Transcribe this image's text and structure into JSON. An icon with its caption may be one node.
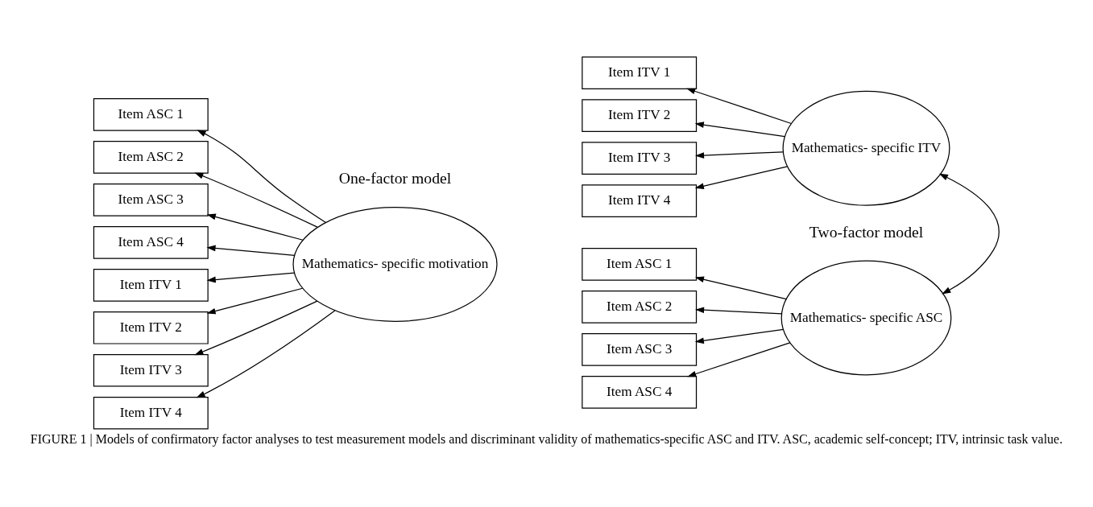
{
  "diagram": {
    "caption": "FIGURE 1 | Models of confirmatory factor analyses to test measurement models and discriminant validity of mathematics-specific ASC and ITV. ASC, academic self-concept; ITV, intrinsic task value.",
    "nodes": [
      {
        "text": [
          "Item ASC 1"
        ]
      },
      {
        "text": [
          "Item ASC 2"
        ]
      },
      {
        "text": [
          "Item ASC 3"
        ]
      },
      {
        "text": [
          "Item ASC 4"
        ]
      },
      {
        "text": [
          "Item ITV 1"
        ]
      },
      {
        "text": [
          "Item ITV 2"
        ]
      },
      {
        "text": [
          "Item ITV 3"
        ]
      },
      {
        "text": [
          "Item ITV 4"
        ]
      },
      {
        "text": [
          "Mathematics- specific motivation"
        ]
      },
      {
        "text": [
          "Item ASC 1"
        ]
      },
      {
        "text": [
          "Item ASC 2"
        ]
      },
      {
        "text": [
          "Item ASC 3"
        ]
      },
      {
        "text": [
          "Item ASC 4"
        ]
      },
      {
        "text": [
          "Mathematics- specific ASC"
        ]
      },
      {
        "text": [
          "Item ITV 1"
        ]
      },
      {
        "text": [
          "Item ITV 2"
        ]
      },
      {
        "text": [
          "Item ITV 3"
        ]
      },
      {
        "text": [
          "Item ITV 4"
        ]
      },
      {
        "text": [
          "Mathematics- specific ITV"
        ]
      }
    ],
    "edges": [
      {
        "from": 8,
        "to": 0,
        "arrow": "to"
      },
      {
        "from": 8,
        "to": 1,
        "arrow": "to"
      },
      {
        "from": 8,
        "to": 2,
        "arrow": "to"
      },
      {
        "from": 8,
        "to": 3,
        "arrow": "to"
      },
      {
        "from": 8,
        "to": 4,
        "arrow": "to"
      },
      {
        "from": 8,
        "to": 5,
        "arrow": "to"
      },
      {
        "from": 8,
        "to": 6,
        "arrow": "to"
      },
      {
        "from": 8,
        "to": 7,
        "arrow": "to"
      },
      {
        "from": 13,
        "to": 9,
        "arrow": "to"
      },
      {
        "from": 13,
        "to": 10,
        "arrow": "to"
      },
      {
        "from": 13,
        "to": 11,
        "arrow": "to"
      },
      {
        "from": 13,
        "to": 12,
        "arrow": "to"
      },
      {
        "from": 18,
        "to": 14,
        "arrow": "to"
      },
      {
        "from": 18,
        "to": 15,
        "arrow": "to"
      },
      {
        "from": 18,
        "to": 16,
        "arrow": "to"
      },
      {
        "from": 18,
        "to": 17,
        "arrow": "to"
      },
      {
        "from": 13,
        "to": 18,
        "arrow": "both"
      }
    ],
    "labels": [
      "One-factor model",
      "Two-factor model"
    ]
  }
}
